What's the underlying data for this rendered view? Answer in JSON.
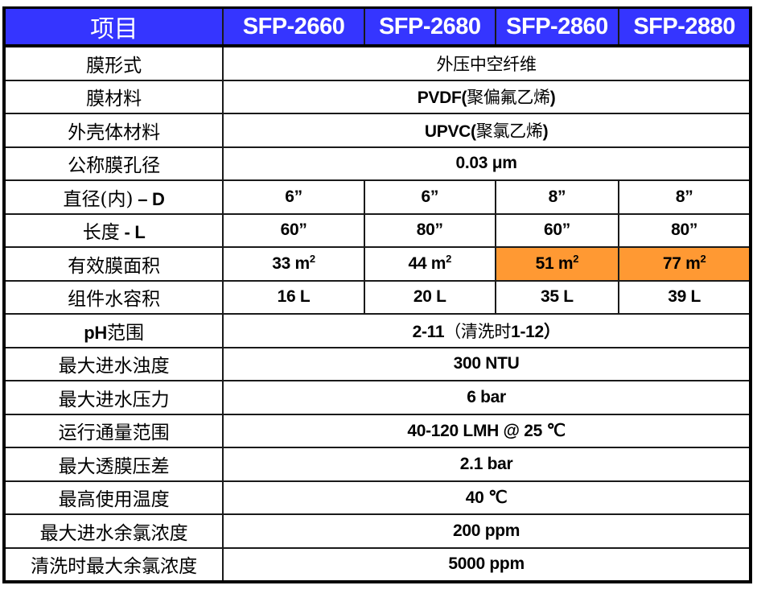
{
  "table": {
    "header": {
      "label": "项目",
      "models": [
        "SFP-2660",
        "SFP-2680",
        "SFP-2860",
        "SFP-2880"
      ],
      "background_color": "#3535ff",
      "text_color": "#ffffff"
    },
    "rows": [
      {
        "label": "膜形式",
        "merged": true,
        "value_cjk": "外压中空纤维"
      },
      {
        "label": "膜材料",
        "merged": true,
        "value_latin": "PVDF(",
        "value_cjk": "聚偏氟乙烯",
        "value_tail": ")"
      },
      {
        "label": "外壳体材料",
        "merged": true,
        "value_latin": "UPVC(",
        "value_cjk": "聚氯乙烯",
        "value_tail": ")"
      },
      {
        "label": "公称膜孔径",
        "merged": true,
        "value": "0.03 μm"
      },
      {
        "label_cjk": "直径(内)",
        "label_latin": " – D",
        "merged": false,
        "values": [
          "6”",
          "6”",
          "8”",
          "8”"
        ]
      },
      {
        "label_cjk": "长度",
        "label_latin": " - L",
        "merged": false,
        "values": [
          "60”",
          "80”",
          "60”",
          "80”"
        ]
      },
      {
        "label": "有效膜面积",
        "merged": false,
        "values": [
          {
            "num": "33 m",
            "sup": "2",
            "highlight": false
          },
          {
            "num": "44 m",
            "sup": "2",
            "highlight": false
          },
          {
            "num": "51 m",
            "sup": "2",
            "highlight": true
          },
          {
            "num": "77 m",
            "sup": "2",
            "highlight": true
          }
        ],
        "highlight_color": "#ff9933"
      },
      {
        "label": "组件水容积",
        "merged": false,
        "values": [
          "16 L",
          "20 L",
          "35 L",
          "39 L"
        ]
      },
      {
        "label_latin": "pH",
        "label_cjk": "范围",
        "merged": true,
        "value_latin": "2-11",
        "value_cjk": "（清洗时",
        "value_tail": "1-12）"
      },
      {
        "label": "最大进水浊度",
        "merged": true,
        "value": "300 NTU"
      },
      {
        "label": "最大进水压力",
        "merged": true,
        "value": "6 bar"
      },
      {
        "label": "运行通量范围",
        "merged": true,
        "value": "40-120 LMH @ 25 ℃"
      },
      {
        "label": "最大透膜压差",
        "merged": true,
        "value": "2.1 bar"
      },
      {
        "label": "最高使用温度",
        "merged": true,
        "value": "40 ℃"
      },
      {
        "label": "最大进水余氯浓度",
        "merged": true,
        "value": "200 ppm"
      },
      {
        "label": "清洗时最大余氯浓度",
        "merged": true,
        "value": "5000 ppm"
      }
    ]
  }
}
